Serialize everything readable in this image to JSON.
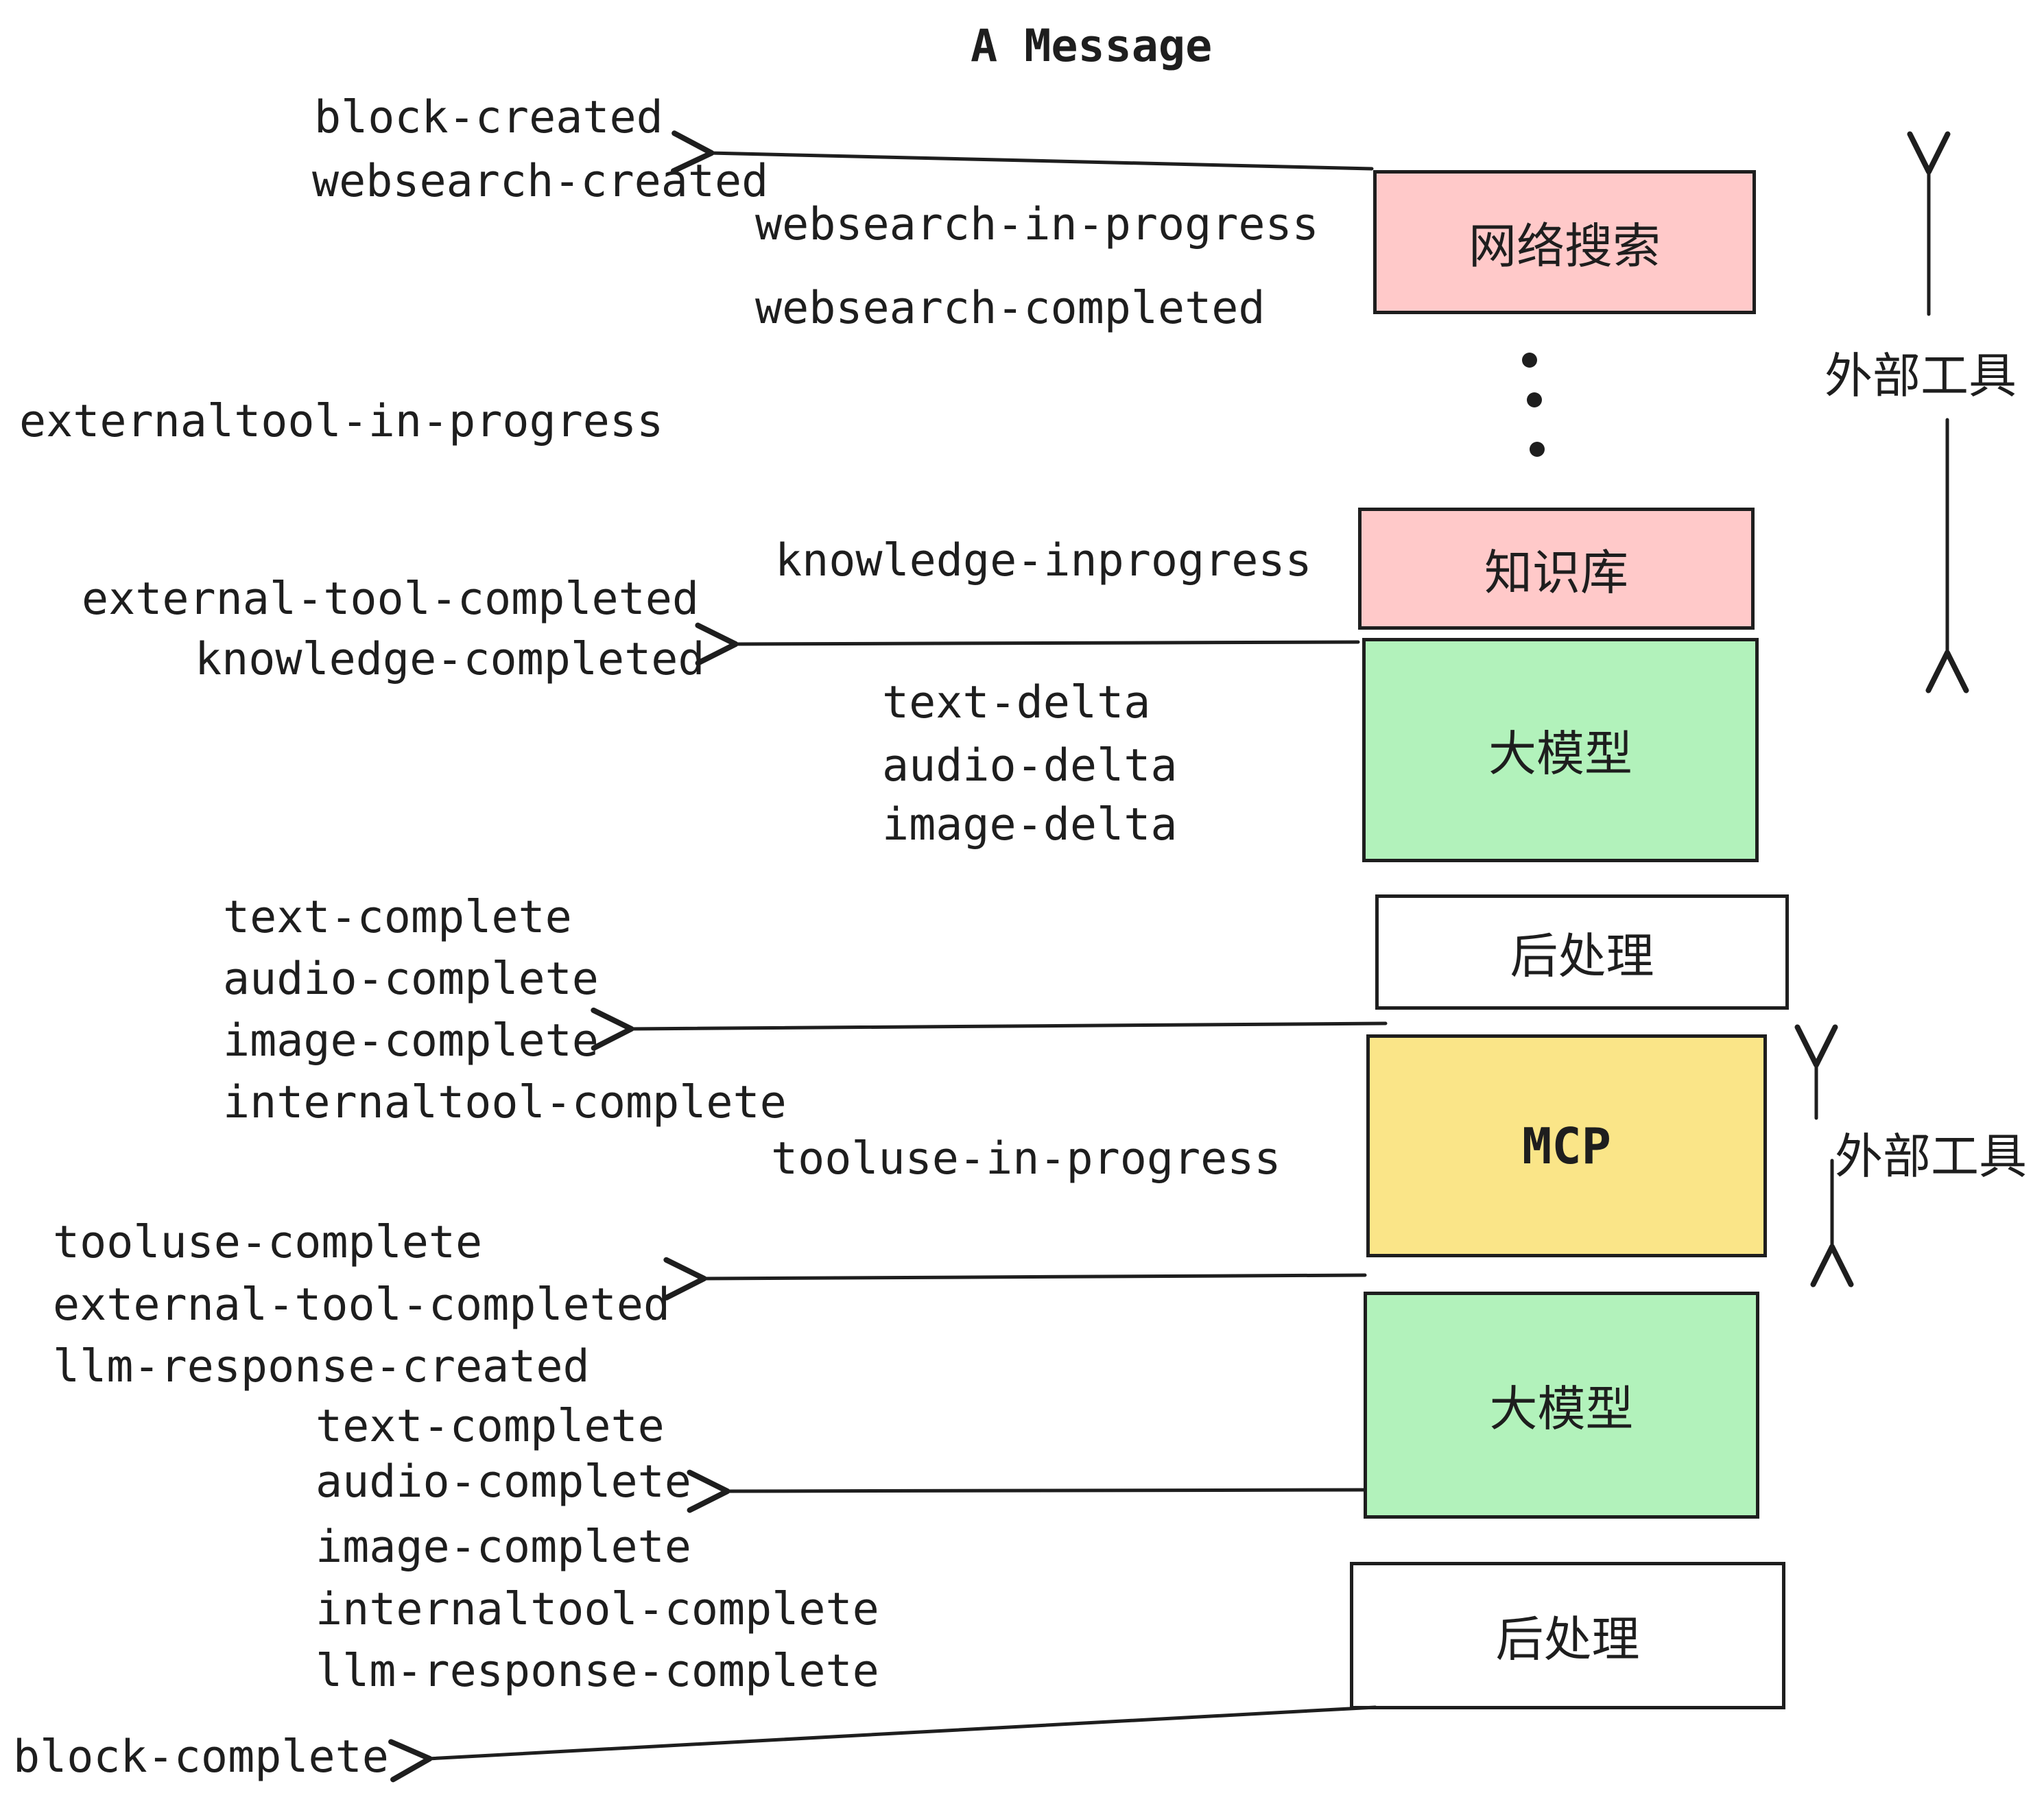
{
  "title": "A Message",
  "colors": {
    "box_pink": "#ffc9c9",
    "box_green": "#b2f2bb",
    "box_yellow": "#fae588",
    "box_white": "#ffffff",
    "stroke": "#1e1e1e"
  },
  "boxes": [
    {
      "id": "websearch",
      "label": "网络搜索",
      "color": "pink"
    },
    {
      "id": "knowledge",
      "label": "知识库",
      "color": "pink"
    },
    {
      "id": "llm-1",
      "label": "大模型",
      "color": "green"
    },
    {
      "id": "postprocess-1",
      "label": "后处理",
      "color": "white"
    },
    {
      "id": "mcp",
      "label": "MCP",
      "color": "yellow"
    },
    {
      "id": "llm-2",
      "label": "大模型",
      "color": "green"
    },
    {
      "id": "postprocess-2",
      "label": "后处理",
      "color": "white"
    }
  ],
  "events": {
    "block_created": "block-created",
    "websearch_created": "websearch-created",
    "websearch_in_progress": "websearch-in-progress",
    "websearch_completed": "websearch-completed",
    "externaltool_in_progress": "externaltool-in-progress",
    "knowledge_inprogress": "knowledge-inprogress",
    "external_tool_completed_1": "external-tool-completed",
    "knowledge_completed": "knowledge-completed",
    "text_delta_1": "text-delta",
    "audio_delta_1": "audio-delta",
    "image_delta_1": "image-delta",
    "text_complete_1": "text-complete",
    "audio_complete_1": "audio-complete",
    "image_complete_1": "image-complete",
    "internaltool_complete_1": "internaltool-complete",
    "tooluse_in_progress": "tooluse-in-progress",
    "tooluse_complete": "tooluse-complete",
    "external_tool_completed_2": "external-tool-completed",
    "llm_response_created": "llm-response-created",
    "text_complete_2": "text-complete",
    "audio_complete_2": "audio-complete",
    "image_complete_2": "image-complete",
    "internaltool_complete_2": "internaltool-complete",
    "llm_response_complete": "llm-response-complete",
    "block_complete": "block-complete"
  },
  "annotations": {
    "external_tools_top": "外部工具",
    "external_tools_mid": "外部工具"
  }
}
